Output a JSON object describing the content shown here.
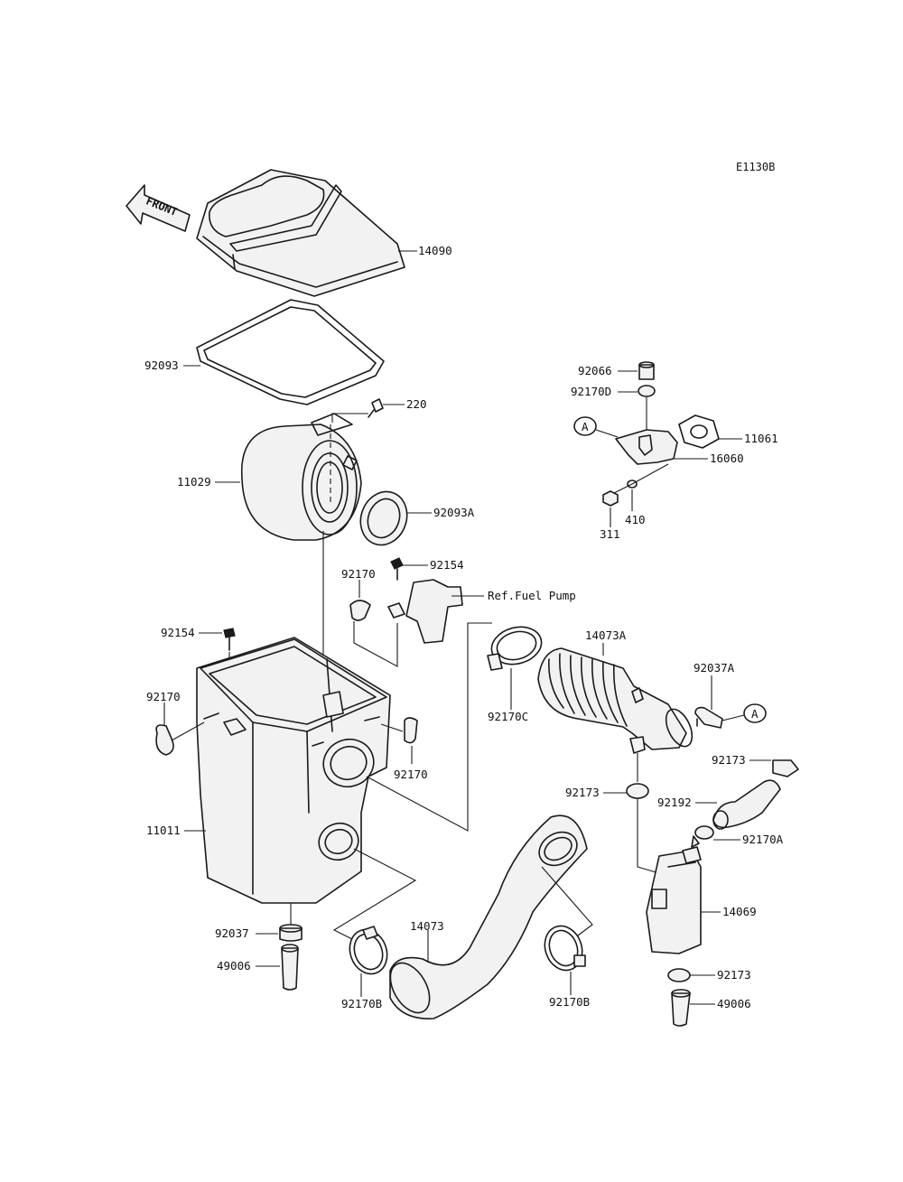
{
  "diagram": {
    "code": "E1130B",
    "front_label": "FRONT",
    "ref_note": "Ref.Fuel Pump",
    "ref_marker": "A",
    "parts": [
      {
        "id": "p14090",
        "label": "14090"
      },
      {
        "id": "p92093",
        "label": "92093"
      },
      {
        "id": "p220",
        "label": "220"
      },
      {
        "id": "p11029",
        "label": "11029"
      },
      {
        "id": "p92093A",
        "label": "92093A"
      },
      {
        "id": "p92154a",
        "label": "92154"
      },
      {
        "id": "p92170a",
        "label": "92170"
      },
      {
        "id": "p92154b",
        "label": "92154"
      },
      {
        "id": "p92170b",
        "label": "92170"
      },
      {
        "id": "p92170c",
        "label": "92170"
      },
      {
        "id": "p11011",
        "label": "11011"
      },
      {
        "id": "p92037",
        "label": "92037"
      },
      {
        "id": "p49006a",
        "label": "49006"
      },
      {
        "id": "p92170B1",
        "label": "92170B"
      },
      {
        "id": "p14073",
        "label": "14073"
      },
      {
        "id": "p92170B2",
        "label": "92170B"
      },
      {
        "id": "p92170C",
        "label": "92170C"
      },
      {
        "id": "p14073A",
        "label": "14073A"
      },
      {
        "id": "p92037A",
        "label": "92037A"
      },
      {
        "id": "p92173a",
        "label": "92173"
      },
      {
        "id": "p92173b",
        "label": "92173"
      },
      {
        "id": "p92192",
        "label": "92192"
      },
      {
        "id": "p92170A",
        "label": "92170A"
      },
      {
        "id": "p14069",
        "label": "14069"
      },
      {
        "id": "p92173c",
        "label": "92173"
      },
      {
        "id": "p49006b",
        "label": "49006"
      },
      {
        "id": "p92066",
        "label": "92066"
      },
      {
        "id": "p92170D",
        "label": "92170D"
      },
      {
        "id": "p11061",
        "label": "11061"
      },
      {
        "id": "p16060",
        "label": "16060"
      },
      {
        "id": "p311",
        "label": "311"
      },
      {
        "id": "p410",
        "label": "410"
      }
    ]
  }
}
